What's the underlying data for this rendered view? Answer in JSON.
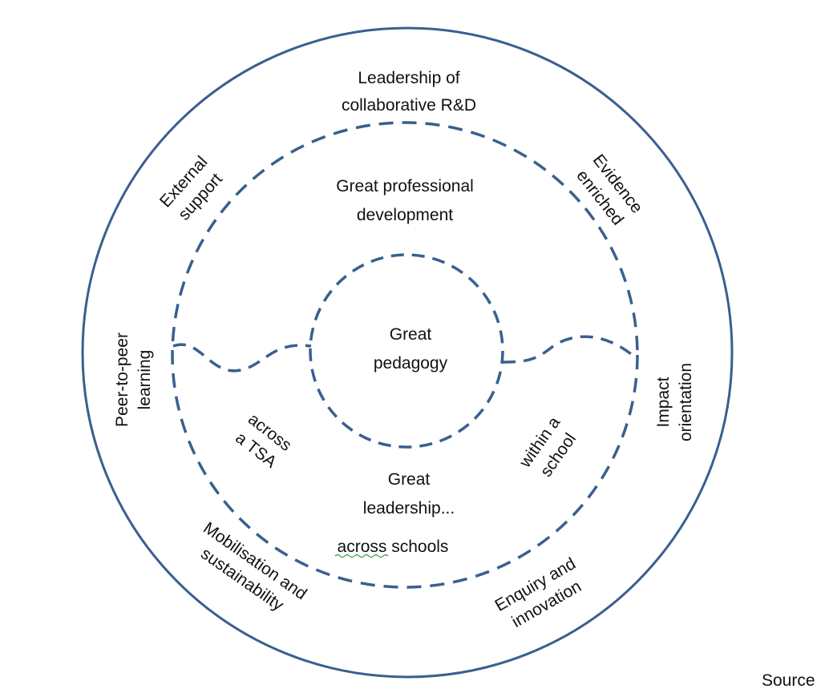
{
  "colors": {
    "ring_stroke": "#3a5f8f",
    "text": "#111111",
    "spellcheck_underline": "#2f9a2f"
  },
  "labels": {
    "outer_top": [
      "Leadership of",
      "collaborative R&D"
    ],
    "external_support": [
      "External",
      "support"
    ],
    "evidence_enriched": [
      "Evidence",
      "enriched"
    ],
    "peer_to_peer": [
      "Peer-to-peer",
      "learning"
    ],
    "impact_orientation": [
      "Impact",
      "orientation"
    ],
    "mobilisation": [
      "Mobilisation and",
      "sustainability"
    ],
    "enquiry": [
      "Enquiry and",
      "innovation"
    ],
    "professional_development": [
      "Great professional",
      "development"
    ],
    "pedagogy": [
      "Great",
      "pedagogy"
    ],
    "across_tsa": [
      "across",
      "a TSA"
    ],
    "within_school": [
      "within a",
      "school"
    ],
    "leadership": [
      "Great",
      "leadership..."
    ],
    "across_schools": "across schools",
    "source": "Source"
  }
}
